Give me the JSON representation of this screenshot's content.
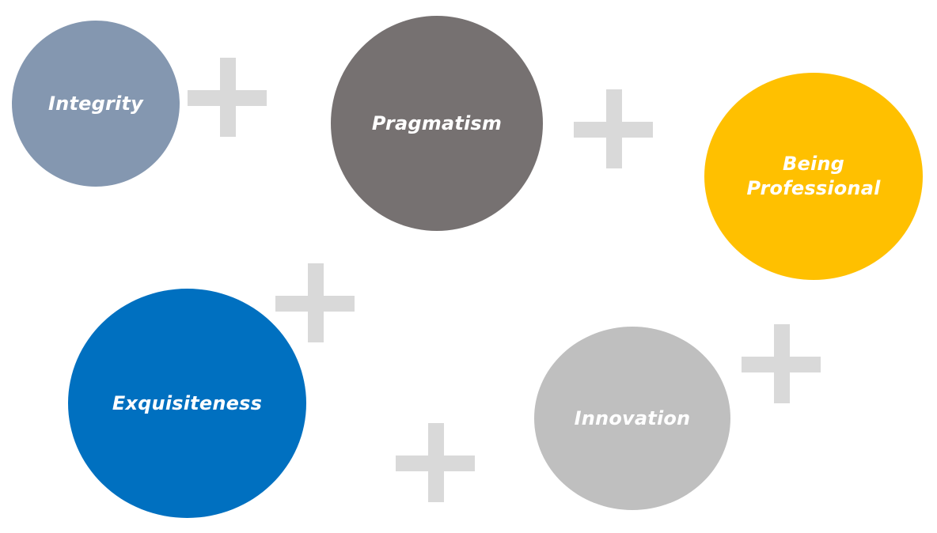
{
  "values": [
    {
      "label": "Integrity",
      "color": "#8497b0"
    },
    {
      "label": "Pragmatism",
      "color": "#767171"
    },
    {
      "label": "Being Professional",
      "color": "#ffc000"
    },
    {
      "label": "Exquisiteness",
      "color": "#0070c0"
    },
    {
      "label": "Innovation",
      "color": "#bfbfbf"
    }
  ],
  "plus_color": "#d9d9d9"
}
